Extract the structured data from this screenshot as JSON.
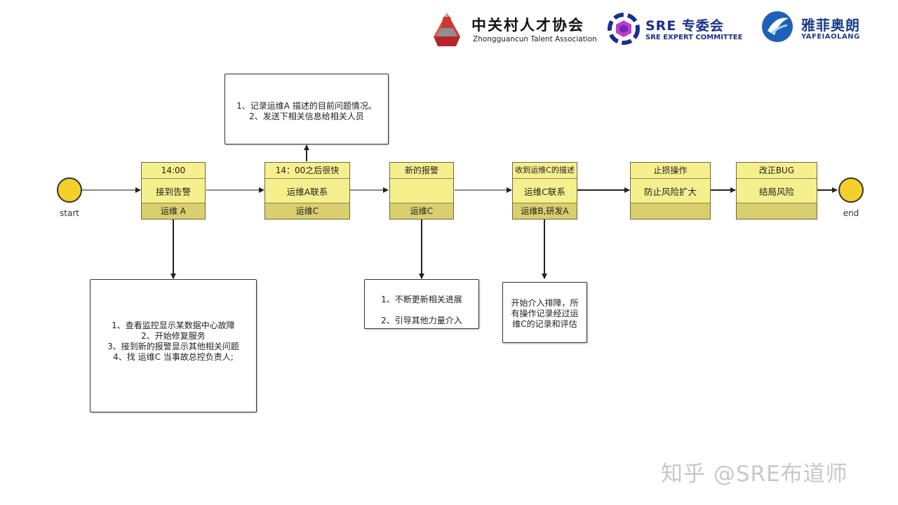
{
  "logos": {
    "zgc": {
      "title": "中关村人才协会",
      "subtitle": "Zhongguancun Talent Association"
    },
    "sre": {
      "title": "SRE 专委会",
      "subtitle": "SRE EXPERT COMMITTEE"
    },
    "yafei": {
      "title": "雅菲奥朗",
      "subtitle": "YAFEIAOLANG"
    }
  },
  "events": {
    "start": "start",
    "end": "end"
  },
  "cards": [
    {
      "top": "14:00",
      "mid": "接到告警",
      "bot": "运维 A"
    },
    {
      "top": "14：00之后很快",
      "mid": "运维A联系",
      "bot": "运维C"
    },
    {
      "top": "新的报警",
      "mid": "",
      "bot": "运维C"
    },
    {
      "top": "收到运维C的描述",
      "mid": "运维C联系",
      "bot": "运维B,研发A"
    },
    {
      "top": "止损操作",
      "mid": "防止风险扩大",
      "bot": ""
    },
    {
      "top": "改正BUG",
      "mid": "结局风险",
      "bot": ""
    }
  ],
  "notes": {
    "note_top": {
      "lines": [
        "1、记录运维A 描述的目前问题情况。",
        "2、发送下相关信息给相关人员"
      ]
    },
    "note_a": {
      "lines": [
        "1、查看监控显示某数据中心故障",
        "2、开始修复服务",
        "3、接到新的报警显示其他相关问题",
        "4、找 运维C 当事故总控负责人;"
      ]
    },
    "note_c": {
      "lines": [
        "1、不断更新相关进展",
        "2、引导其他力量介入"
      ]
    },
    "note_b": {
      "lines": [
        "开始介入排障，所",
        "有操作记录经过运",
        "维C的记录和评估"
      ]
    }
  },
  "watermark": "知乎 @SRE布道师",
  "colors": {
    "card_fill": "#f6ef8e",
    "card_footer": "#d9cf6f",
    "event_fill": "#f4d12a"
  }
}
